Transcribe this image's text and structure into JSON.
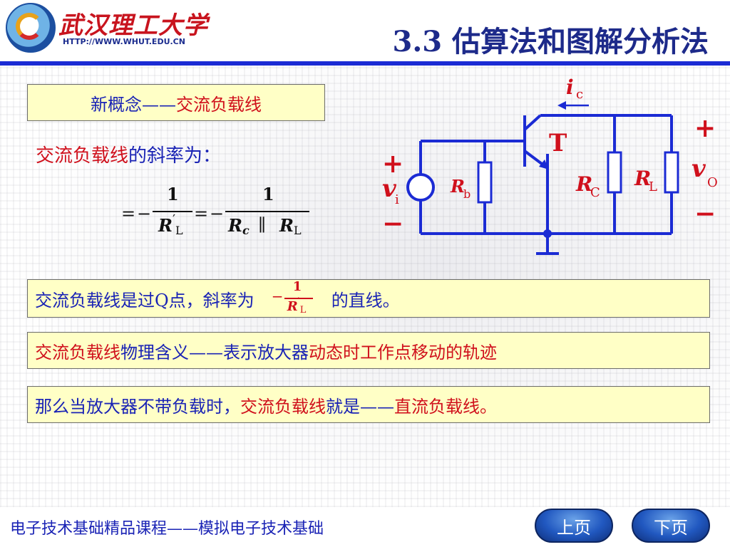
{
  "header": {
    "university_name": "武汉理工大学",
    "university_url": "HTTP://WWW.WHUT.EDU.CN",
    "section_title": "3.3   估算法和图解分析法"
  },
  "concept_box": {
    "prefix": "新概念——",
    "term": "交流负载线"
  },
  "slope_line": {
    "term": "交流负载线",
    "rest": "的斜率为："
  },
  "formula": {
    "eq": "=",
    "minus": "−",
    "one": "1",
    "r_l_prime": "R",
    "l_sub": "L",
    "prime": "′",
    "r_c": "R",
    "c_sub": "c",
    "parallel": "∥",
    "r_l": "R",
    "l_sub2": "L"
  },
  "box_q": {
    "text": "交流负载线是过Q点，斜率为",
    "minus": "−",
    "one": "1",
    "r": "R",
    "prime": "′",
    "sub": "L",
    "end": "的直线。"
  },
  "box_meaning": {
    "term": "交流负载线",
    "mid": "物理含义——表示放大器",
    "end": "动态时工作点移动的轨迹"
  },
  "box_noload": {
    "start": "那么当放大器不带负载时，",
    "term": "交流负载线",
    "mid": "就是——",
    "end": "直流负载线。"
  },
  "circuit": {
    "ic_label": "i",
    "ic_sub": "c",
    "transistor_label": "T",
    "plus_in": "+",
    "minus_in": "−",
    "vi_label": "v",
    "vi_sub": "i",
    "rb_label": "R",
    "rb_sub": "b",
    "rc_label": "R",
    "rc_sub": "C",
    "rl_label": "R",
    "rl_sub": "L",
    "plus_out": "+",
    "minus_out": "−",
    "vo_label": "v",
    "vo_sub": "O"
  },
  "footer": {
    "course": "电子技术基础精品课程——模拟电子技术基础",
    "prev": "上页",
    "next": "下页"
  },
  "colors": {
    "title_blue": "#1d2a8a",
    "text_blue": "#1a23b5",
    "accent_red": "#d0101c",
    "box_yellow": "#ffffc6",
    "circuit_blue": "#1b2bd4"
  }
}
